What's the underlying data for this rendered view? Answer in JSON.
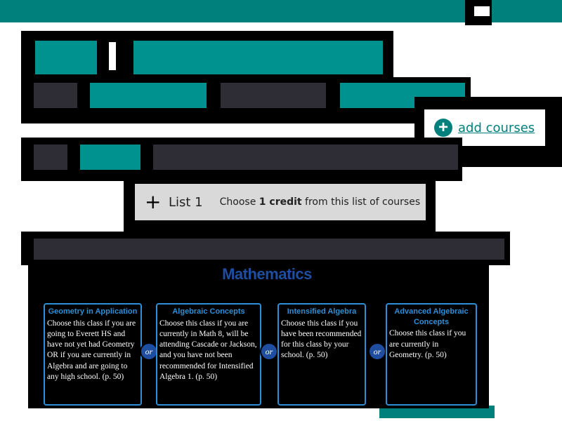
{
  "add_courses": {
    "label": "add courses"
  },
  "list": {
    "expand_icon": "+",
    "name": "List 1",
    "desc_before": "Choose ",
    "desc_bold": "1 credit",
    "desc_after": " from this list of courses"
  },
  "subject": {
    "title": "Mathematics"
  },
  "connector": "or",
  "courses": [
    {
      "title": "Geometry in Application",
      "desc": "Choose this class if you are going to Everett HS and have not yet had Geometry OR if you are currently in Algebra and are going to any high school. (p. 50)"
    },
    {
      "title": "Algebraic Concepts",
      "desc": "Choose this class if you are currently in Math 8, will be attending Cascade or Jackson, and you have not been recommended for Intensified Algebra 1. (p. 50)"
    },
    {
      "title": "Intensified Algebra",
      "desc": "Choose this class if you have been recommended for this class by your school. (p. 50)"
    },
    {
      "title": "Advanced Algebraic Concepts",
      "desc": "Choose this class if you are currently in Geometry. (p. 50)"
    }
  ],
  "colors": {
    "teal": "#00928f",
    "dark_teal": "#00807d",
    "dark_gray": "#2e2d36",
    "card_border": "#2e8fd6",
    "title_blue": "#1f4ea0",
    "list_bg": "#d9d9d9"
  },
  "icons": {
    "add": "plus-circle-icon",
    "expand": "plus-icon"
  }
}
